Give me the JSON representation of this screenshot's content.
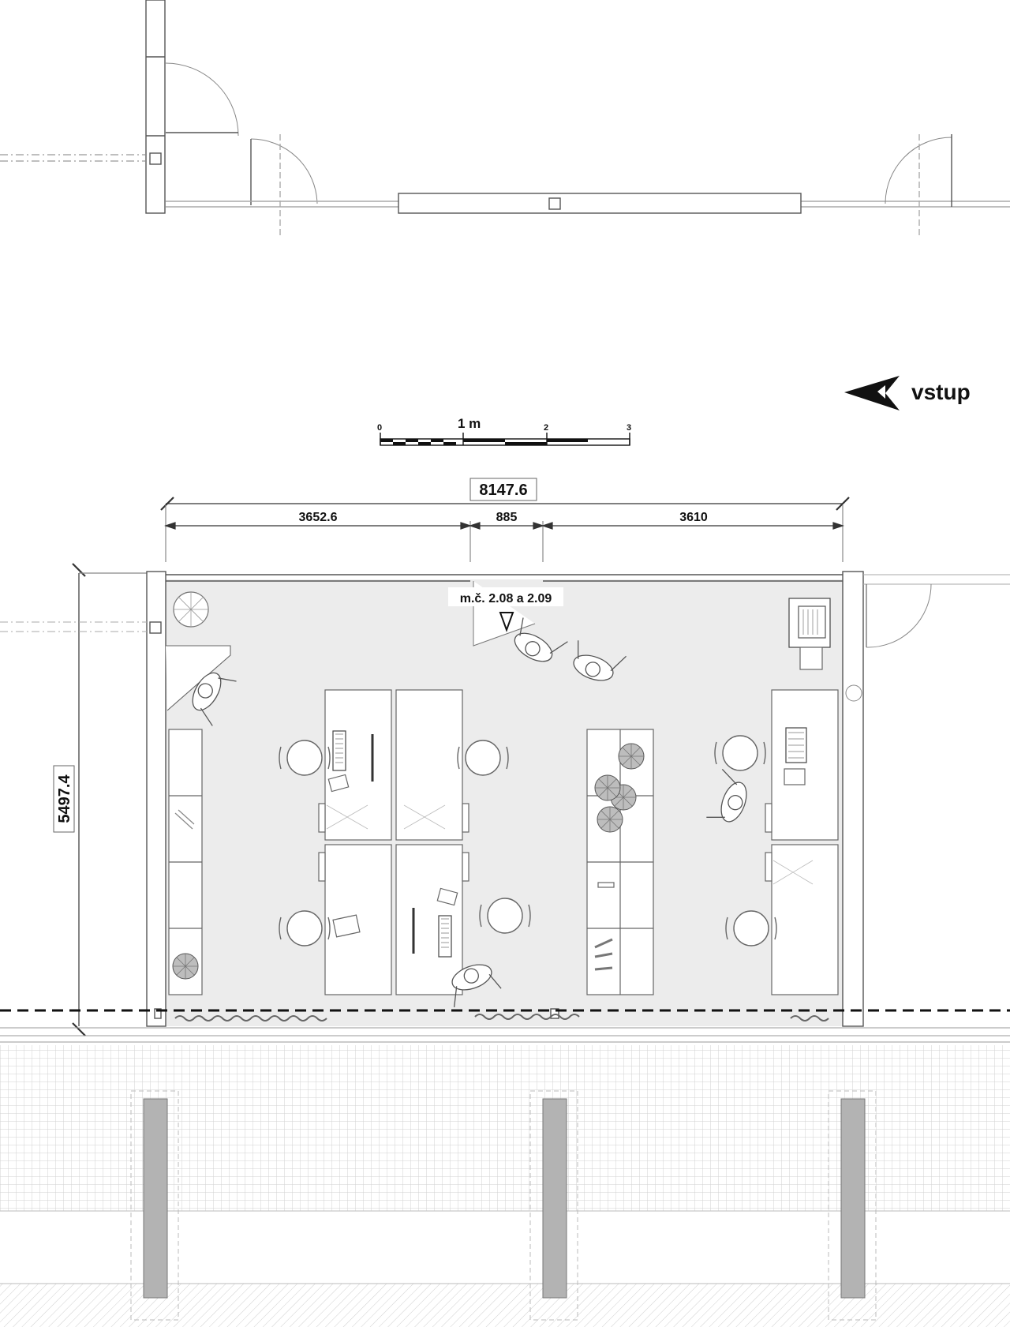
{
  "scale_bar": {
    "tick_0": "0",
    "tick_1": "1 m",
    "tick_2": "2",
    "tick_3": "3"
  },
  "entrance": {
    "label": "vstup"
  },
  "dimensions": {
    "overall_width": "8147.6",
    "segment_left": "3652.6",
    "segment_door": "885",
    "segment_right": "3610",
    "overall_depth": "5497.4"
  },
  "room": {
    "label": "m.č. 2.08 a 2.09"
  },
  "colors": {
    "line": "#555555",
    "light_line": "#bdbdbd",
    "floor": "#ececec",
    "pillar": "#b3b3b3",
    "accent": "#111111"
  },
  "icons": [
    "north-arrow-icon",
    "room-marker-icon",
    "chair-icon",
    "person-icon",
    "plant-icon",
    "keyboard-icon",
    "monitor-icon",
    "printer-icon"
  ]
}
